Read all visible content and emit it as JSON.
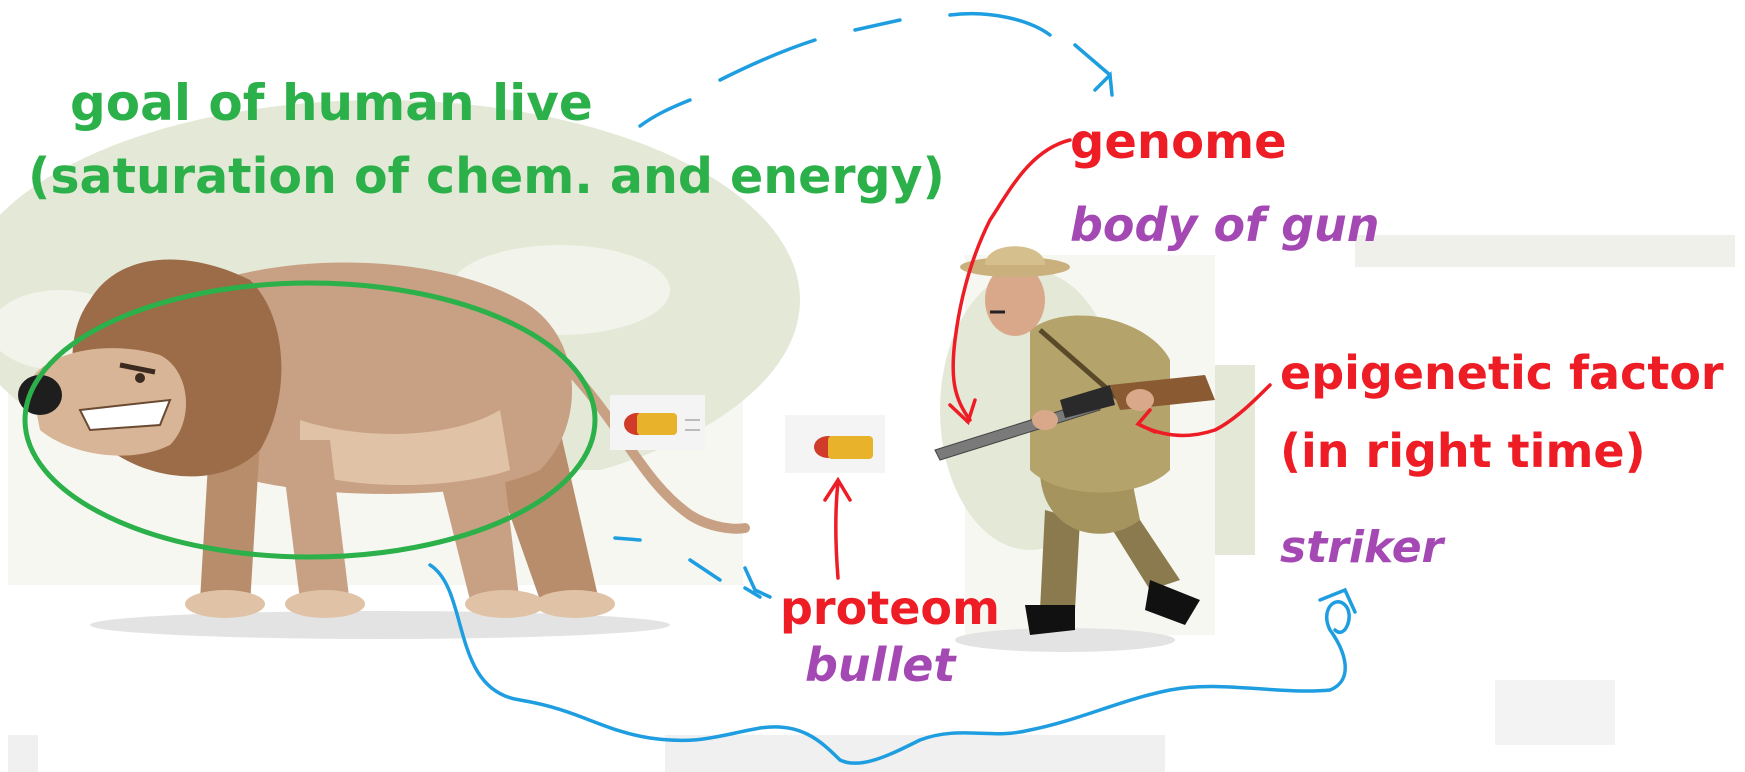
{
  "labels": {
    "goal_line1": "goal of human live",
    "goal_line2": "(saturation of chem. and energy)",
    "genome": "genome",
    "body_of_gun": "body of gun",
    "epigenetic_line1": "epigenetic factor",
    "epigenetic_line2": "(in right time)",
    "striker": "striker",
    "proteom": "proteom",
    "bullet": "bullet"
  },
  "colors": {
    "green": "#2bb04a",
    "red": "#ee1c24",
    "purple": "#a448b4",
    "blue": "#1e9ee0"
  }
}
